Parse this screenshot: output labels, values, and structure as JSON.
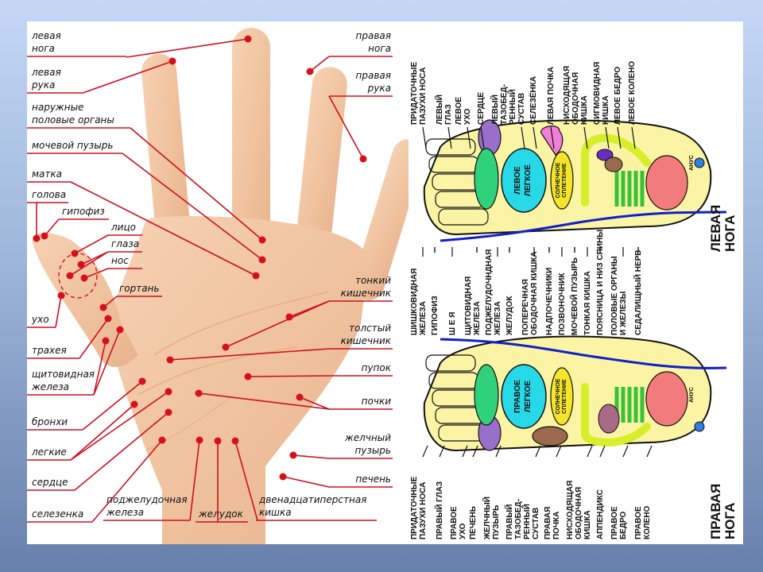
{
  "hand": {
    "left_labels": [
      {
        "id": "left-leg",
        "lines": [
          "левая",
          "нога"
        ]
      },
      {
        "id": "left-arm",
        "lines": [
          "левая",
          "рука"
        ]
      },
      {
        "id": "external-genitals",
        "lines": [
          "наружные",
          "половые органы"
        ]
      },
      {
        "id": "bladder",
        "lines": [
          "мочевой пузырь"
        ]
      },
      {
        "id": "uterus",
        "lines": [
          "матка"
        ]
      },
      {
        "id": "head",
        "lines": [
          "голова"
        ]
      },
      {
        "id": "pituitary",
        "lines": [
          "гипофиз"
        ]
      },
      {
        "id": "face",
        "lines": [
          "лицо"
        ]
      },
      {
        "id": "eyes",
        "lines": [
          "глаза"
        ]
      },
      {
        "id": "nose",
        "lines": [
          "нос"
        ]
      },
      {
        "id": "larynx",
        "lines": [
          "гортань"
        ]
      },
      {
        "id": "ear",
        "lines": [
          "ухо"
        ]
      },
      {
        "id": "trachea",
        "lines": [
          "трахея"
        ]
      },
      {
        "id": "thyroid",
        "lines": [
          "щитовидная",
          "железа"
        ]
      },
      {
        "id": "bronchi",
        "lines": [
          "бронхи"
        ]
      },
      {
        "id": "lungs",
        "lines": [
          "легкие"
        ]
      },
      {
        "id": "heart",
        "lines": [
          "сердце"
        ]
      },
      {
        "id": "spleen",
        "lines": [
          "селезенка"
        ]
      },
      {
        "id": "pancreas",
        "lines": [
          "поджелудочная",
          "железа"
        ]
      },
      {
        "id": "stomach",
        "lines": [
          "желудок"
        ]
      },
      {
        "id": "duodenum",
        "lines": [
          "двенадцатиперстная",
          "кишка"
        ]
      }
    ],
    "right_labels": [
      {
        "id": "right-leg",
        "lines": [
          "правая",
          "нога"
        ]
      },
      {
        "id": "right-arm",
        "lines": [
          "правая",
          "рука"
        ]
      },
      {
        "id": "small-intestine",
        "lines": [
          "тонкий",
          "кишечник"
        ]
      },
      {
        "id": "large-intestine",
        "lines": [
          "толстый",
          "кишечник"
        ]
      },
      {
        "id": "navel",
        "lines": [
          "пупок"
        ]
      },
      {
        "id": "kidneys",
        "lines": [
          "почки"
        ]
      },
      {
        "id": "gallbladder",
        "lines": [
          "желчный",
          "пузырь"
        ]
      },
      {
        "id": "liver",
        "lines": [
          "печень"
        ]
      }
    ]
  },
  "feet": {
    "left_foot_title": [
      "ЛЕВАЯ",
      "НОГА"
    ],
    "right_foot_title": [
      "ПРАВАЯ",
      "НОГА"
    ],
    "top_labels": [
      [
        "ПРИДАТОЧНЫЕ",
        "ПАЗУХИ НОСА"
      ],
      [
        "ЛЕВЫЙ",
        "ГЛАЗ"
      ],
      [
        "ЛЕВОЕ",
        "УХО"
      ],
      [
        "СЕРДЦЕ"
      ],
      [
        "ЛЕВЫЙ",
        "ТАЗОБЕД-",
        "РЕННЫЙ",
        "СУСТАВ"
      ],
      [
        "СЕЛЕЗЁНКА"
      ],
      [
        "ЛЕВАЯ ПОЧКА"
      ],
      [
        "НИСХОДЯЩАЯ",
        "ОБОДОЧНАЯ",
        "КИШКА"
      ],
      [
        "СИГМОВИДНАЯ",
        "КИШКА"
      ],
      [
        "ЛЕВОЕ БЕДРО"
      ],
      [
        "ЛЕВОЕ КОЛЕНО"
      ]
    ],
    "middle_labels": [
      [
        "ШИШКОВИДНАЯ",
        "ЖЕЛЕЗА"
      ],
      [
        "ГИПОФИЗ"
      ],
      [
        "Ш Е Я"
      ],
      [
        "ЩИТОВИДНАЯ",
        "ЖЕЛЕЗА"
      ],
      [
        "ПОДЖЕЛУДОЧНДНАЯ",
        "ЖЕЛЕЗА"
      ],
      [
        "ЖЕЛУДОК"
      ],
      [
        "ПОПЕРЕЧНАЯ",
        "ОБОДОЧНАЯ КИШКА"
      ],
      [
        "НАДПОЧЕЧНИКИ"
      ],
      [
        "ПОЗВОНОЧНИК"
      ],
      [
        "МОЧЕВОЙ ПУЗЫРЬ"
      ],
      [
        "ТОНКАЯ КИШКА"
      ],
      [
        "ПОЯСНИЦА И НИЗ СПИНЫ"
      ],
      [
        "ПОЛОВЫЕ ОРГАНЫ",
        "И ЖЕЛЕЗЫ"
      ],
      [
        "СЕДАЛИЩНЫЙ НЕРВ"
      ]
    ],
    "bottom_labels": [
      [
        "ПРИДАТОЧНЫЕ",
        "ПАЗУХИ НОСА"
      ],
      [
        "ПРАВЫЙ ГЛАЗ"
      ],
      [
        "ПРАВОЕ",
        "УХО"
      ],
      [
        "ПЕЧЕНЬ"
      ],
      [
        "ЖЕЛЧНЫЙ",
        "ПУЗЫРЬ"
      ],
      [
        "ПРАВЫЙ",
        "ТАЗОБЕД-",
        "РЕННЫЙ",
        "СУСТАВ"
      ],
      [
        "ПРАВАЯ",
        "ПОЧКА"
      ],
      [
        "НИСХОДЯЩАЯ",
        "ОБОДОЧНАЯ",
        "КИШКА"
      ],
      [
        "АППЕНДИКС"
      ],
      [
        "ПРАВОЕ",
        "БЕДРО"
      ],
      [
        "ПРАВОЕ",
        "КОЛЕНО"
      ]
    ],
    "organ_labels": {
      "left_lung": [
        "ЛЕВОЕ",
        "ЛЕГКОЕ"
      ],
      "right_lung": [
        "ПРАВОЕ",
        "ЛЕГКОЕ"
      ],
      "solar_plexus": [
        "СОЛНЕЧНОЕ",
        "СПЛЕТЕНИЕ"
      ],
      "anus": "АНУС"
    },
    "colors": {
      "foot": "#fbf4a4",
      "lung": "#27d9e6",
      "green": "#2fd27a",
      "purple": "#9a6fc9",
      "pink": "#ef7fd7",
      "brown": "#9b6a4e",
      "salmon": "#f27c7c",
      "spine": "#d6ef2a",
      "blue_line": "#1020c8",
      "anus": "#2f7fe0",
      "solar": "#f4e52a"
    }
  }
}
